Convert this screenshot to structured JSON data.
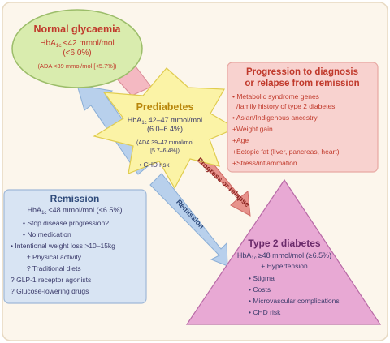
{
  "normal": {
    "title": "Normal glycaemia",
    "hba": "HbA",
    "hba_sub": "1c",
    "value": "<42 mmol/mol",
    "pct": "(<6.0%)",
    "ada": "(ADA <39 mmol/mol [<5.7%])"
  },
  "prediabetes": {
    "title": "Prediabetes",
    "hba": "HbA",
    "hba_sub": "1c",
    "value": "42–47 mmol/mol",
    "pct": "(6.0–6.4%)",
    "ada1": "(ADA 39–47 mmol/mol",
    "ada2": "[5.7–6.4%])",
    "chd": "• CHD risk"
  },
  "progression": {
    "title1": "Progression to diagnosis",
    "title2": "or relapse from remission",
    "items": [
      "• Metabolic syndrome genes",
      "/family history of type 2 diabetes",
      "• Asian/Indigenous ancestry",
      "+Weight gain",
      "+Age",
      "+Ectopic fat (liver, pancreas, heart)",
      "+Stress/inflammation"
    ]
  },
  "remission": {
    "title": "Remission",
    "hba": "HbA",
    "hba_sub": "1c",
    "value": "<48 mmol/mol (<6.5%)",
    "items": [
      "• Stop disease progression?",
      "• No medication",
      "• Intentional weight loss >10–15kg",
      "± Physical activity",
      "? Traditional diets",
      "? GLP-1 receptor agonists",
      "? Glucose-lowering drugs"
    ]
  },
  "t2d": {
    "title": "Type 2 diabetes",
    "hba": "HbA",
    "hba_sub": "1c",
    "value": "≥48 mmol/mol (≥6.5%)",
    "hypertension": "+ Hypertension",
    "items": [
      "• Stigma",
      "• Costs",
      "• Microvascular complications",
      "• CHD risk"
    ]
  },
  "arrows": {
    "progress_label": "Progress or relapse",
    "remission_label": "Remission"
  },
  "colors": {
    "frame": "#fcf6ec",
    "normal_fill": "#d9ecae",
    "star_fill": "#fbf3a6",
    "progression_fill": "#f8d2cf",
    "remission_fill": "#d8e4f3",
    "triangle_fill": "#e8a9d4",
    "progress_arrow": "#e7938c",
    "remission_arrow": "#b8d0ec"
  }
}
